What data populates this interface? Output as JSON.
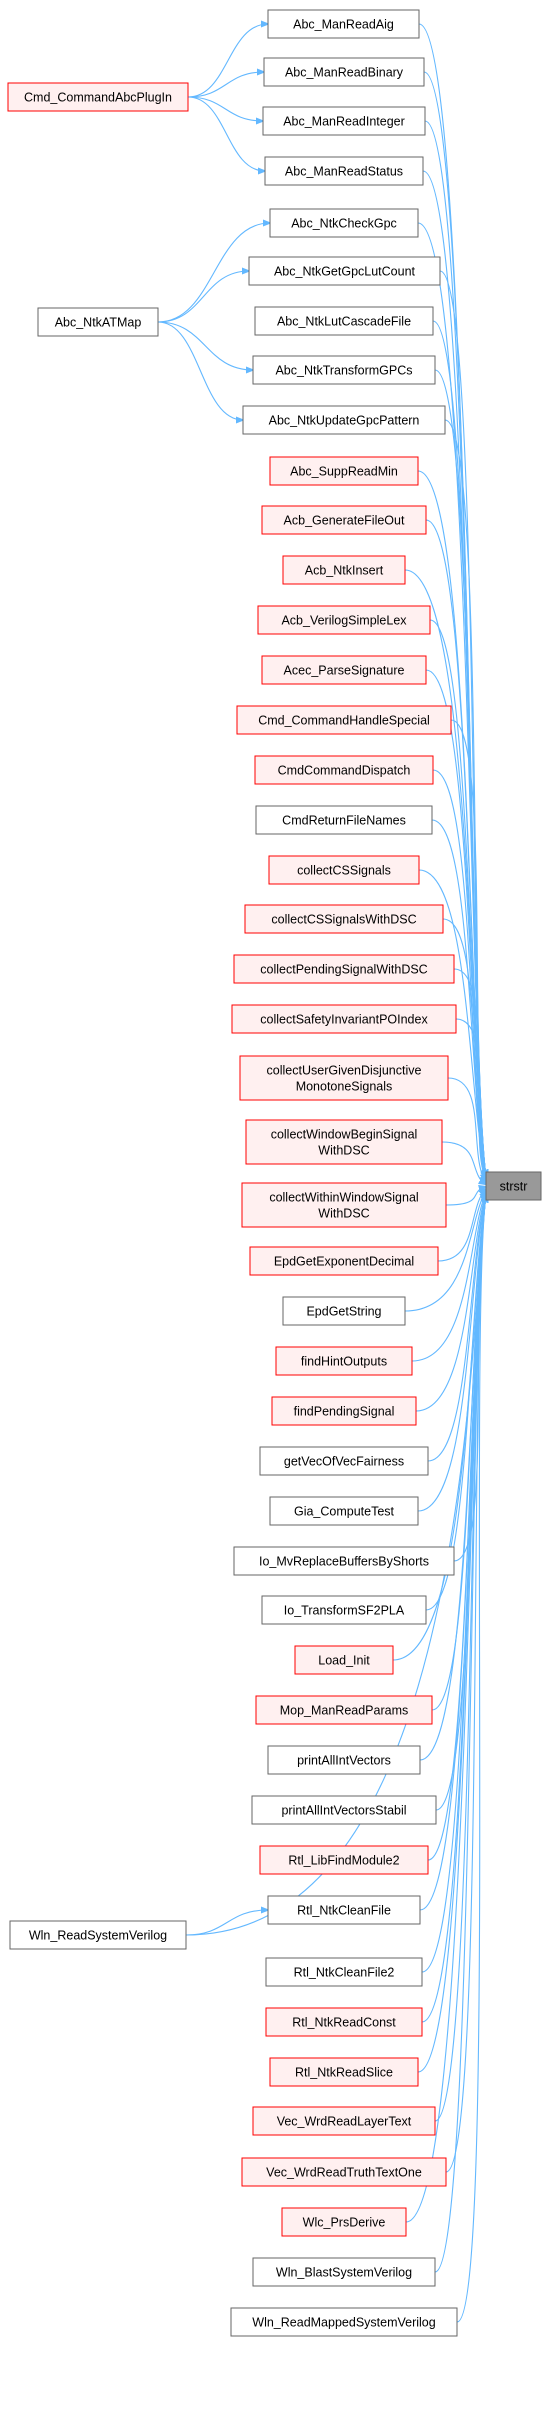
{
  "target": {
    "id": "strstr",
    "label": "strstr"
  },
  "colors": {
    "edge": "#63b8ff",
    "target_fill": "#999999",
    "target_border": "#666666",
    "normal_fill": "#ffffff",
    "normal_border": "#666666",
    "truncated_fill": "#fff0f0",
    "truncated_border": "#ff0000"
  },
  "nodes": [
    {
      "id": "abc_manreadaig",
      "lines": [
        "Abc_ManReadAig"
      ],
      "truncated": false
    },
    {
      "id": "abc_manreadbinary",
      "lines": [
        "Abc_ManReadBinary"
      ],
      "truncated": false
    },
    {
      "id": "abc_manreadinteger",
      "lines": [
        "Abc_ManReadInteger"
      ],
      "truncated": false
    },
    {
      "id": "abc_manreadstatus",
      "lines": [
        "Abc_ManReadStatus"
      ],
      "truncated": false
    },
    {
      "id": "abc_ntkcheckgpc",
      "lines": [
        "Abc_NtkCheckGpc"
      ],
      "truncated": false
    },
    {
      "id": "abc_ntkgetgpclutcount",
      "lines": [
        "Abc_NtkGetGpcLutCount"
      ],
      "truncated": false
    },
    {
      "id": "abc_ntklutcascadefile",
      "lines": [
        "Abc_NtkLutCascadeFile"
      ],
      "truncated": false
    },
    {
      "id": "abc_ntktransformgpcs",
      "lines": [
        "Abc_NtkTransformGPCs"
      ],
      "truncated": false
    },
    {
      "id": "abc_ntkupdategpcpattern",
      "lines": [
        "Abc_NtkUpdateGpcPattern"
      ],
      "truncated": false
    },
    {
      "id": "abc_suppreadmin",
      "lines": [
        "Abc_SuppReadMin"
      ],
      "truncated": true
    },
    {
      "id": "acb_generatefileout",
      "lines": [
        "Acb_GenerateFileOut"
      ],
      "truncated": true
    },
    {
      "id": "acb_ntkinsert",
      "lines": [
        "Acb_NtkInsert"
      ],
      "truncated": true
    },
    {
      "id": "acb_verilogsimplelex",
      "lines": [
        "Acb_VerilogSimpleLex"
      ],
      "truncated": true
    },
    {
      "id": "acec_parsesignature",
      "lines": [
        "Acec_ParseSignature"
      ],
      "truncated": true
    },
    {
      "id": "cmd_commandhandlespecial",
      "lines": [
        "Cmd_CommandHandleSpecial"
      ],
      "truncated": true
    },
    {
      "id": "cmdcommanddispatch",
      "lines": [
        "CmdCommandDispatch"
      ],
      "truncated": true
    },
    {
      "id": "cmdreturnfilenames",
      "lines": [
        "CmdReturnFileNames"
      ],
      "truncated": false
    },
    {
      "id": "collectcssignals",
      "lines": [
        "collectCSSignals"
      ],
      "truncated": true
    },
    {
      "id": "collectcssignalswithdsc",
      "lines": [
        "collectCSSignalsWithDSC"
      ],
      "truncated": true
    },
    {
      "id": "collectpendingsignalwithdsc",
      "lines": [
        "collectPendingSignalWithDSC"
      ],
      "truncated": true
    },
    {
      "id": "collectsafetyinvariantpoindex",
      "lines": [
        "collectSafetyInvariantPOIndex"
      ],
      "truncated": true
    },
    {
      "id": "collectusergivendisjunctive",
      "lines": [
        "collectUserGivenDisjunctive",
        "MonotoneSignals"
      ],
      "truncated": true
    },
    {
      "id": "collectwindowbeginsignal",
      "lines": [
        "collectWindowBeginSignal",
        "WithDSC"
      ],
      "truncated": true
    },
    {
      "id": "collectwithinwindowsignal",
      "lines": [
        "collectWithinWindowSignal",
        "WithDSC"
      ],
      "truncated": true
    },
    {
      "id": "epdgetexponentdecimal",
      "lines": [
        "EpdGetExponentDecimal"
      ],
      "truncated": true
    },
    {
      "id": "epdgetstring",
      "lines": [
        "EpdGetString"
      ],
      "truncated": false
    },
    {
      "id": "findhintoutputs",
      "lines": [
        "findHintOutputs"
      ],
      "truncated": true
    },
    {
      "id": "findpendingsignal",
      "lines": [
        "findPendingSignal"
      ],
      "truncated": true
    },
    {
      "id": "getvecofvecfairness",
      "lines": [
        "getVecOfVecFairness"
      ],
      "truncated": false
    },
    {
      "id": "gia_computetest",
      "lines": [
        "Gia_ComputeTest"
      ],
      "truncated": false
    },
    {
      "id": "io_mvreplacebuffersbyshorts",
      "lines": [
        "Io_MvReplaceBuffersByShorts"
      ],
      "truncated": false
    },
    {
      "id": "io_transformsf2pla",
      "lines": [
        "Io_TransformSF2PLA"
      ],
      "truncated": false
    },
    {
      "id": "load_init",
      "lines": [
        "Load_Init"
      ],
      "truncated": true
    },
    {
      "id": "mop_manreadparams",
      "lines": [
        "Mop_ManReadParams"
      ],
      "truncated": true
    },
    {
      "id": "printallintvectors",
      "lines": [
        "printAllIntVectors"
      ],
      "truncated": false
    },
    {
      "id": "printallintvectorsstabil",
      "lines": [
        "printAllIntVectorsStabil"
      ],
      "truncated": false
    },
    {
      "id": "rtl_libfindmodule2",
      "lines": [
        "Rtl_LibFindModule2"
      ],
      "truncated": true
    },
    {
      "id": "rtl_ntkcleanfile",
      "lines": [
        "Rtl_NtkCleanFile"
      ],
      "truncated": false
    },
    {
      "id": "rtl_ntkcleanfile2",
      "lines": [
        "Rtl_NtkCleanFile2"
      ],
      "truncated": false
    },
    {
      "id": "rtl_ntkreadconst",
      "lines": [
        "Rtl_NtkReadConst"
      ],
      "truncated": true
    },
    {
      "id": "rtl_ntkreadslice",
      "lines": [
        "Rtl_NtkReadSlice"
      ],
      "truncated": true
    },
    {
      "id": "vec_wrdreadlayertext",
      "lines": [
        "Vec_WrdReadLayerText"
      ],
      "truncated": true
    },
    {
      "id": "vec_wrdreadtruthtextone",
      "lines": [
        "Vec_WrdReadTruthTextOne"
      ],
      "truncated": true
    },
    {
      "id": "wlc_prsderive",
      "lines": [
        "Wlc_PrsDerive"
      ],
      "truncated": true
    },
    {
      "id": "wln_blastsystemverilog",
      "lines": [
        "Wln_BlastSystemVerilog"
      ],
      "truncated": false
    },
    {
      "id": "wln_readmappedsystemverilog",
      "lines": [
        "Wln_ReadMappedSystemVerilog"
      ],
      "truncated": false
    },
    {
      "id": "cmd_commandabcplugin",
      "lines": [
        "Cmd_CommandAbcPlugIn"
      ],
      "truncated": true
    },
    {
      "id": "abc_ntkatmap",
      "lines": [
        "Abc_NtkATMap"
      ],
      "truncated": false
    },
    {
      "id": "wln_readsystemverilog",
      "lines": [
        "Wln_ReadSystemVerilog"
      ],
      "truncated": false
    }
  ],
  "edges": [
    [
      "cmd_commandabcplugin",
      "abc_manreadaig"
    ],
    [
      "cmd_commandabcplugin",
      "abc_manreadbinary"
    ],
    [
      "cmd_commandabcplugin",
      "abc_manreadinteger"
    ],
    [
      "cmd_commandabcplugin",
      "abc_manreadstatus"
    ],
    [
      "abc_ntkatmap",
      "abc_ntkcheckgpc"
    ],
    [
      "abc_ntkatmap",
      "abc_ntkgetgpclutcount"
    ],
    [
      "abc_ntkatmap",
      "abc_ntktransformgpcs"
    ],
    [
      "abc_ntkatmap",
      "abc_ntkupdategpcpattern"
    ],
    [
      "wln_readsystemverilog",
      "rtl_ntkcleanfile"
    ],
    [
      "wln_readsystemverilog",
      "strstr"
    ],
    [
      "abc_manreadaig",
      "strstr"
    ],
    [
      "abc_manreadbinary",
      "strstr"
    ],
    [
      "abc_manreadinteger",
      "strstr"
    ],
    [
      "abc_manreadstatus",
      "strstr"
    ],
    [
      "abc_ntkcheckgpc",
      "strstr"
    ],
    [
      "abc_ntkgetgpclutcount",
      "strstr"
    ],
    [
      "abc_ntklutcascadefile",
      "strstr"
    ],
    [
      "abc_ntktransformgpcs",
      "strstr"
    ],
    [
      "abc_ntkupdategpcpattern",
      "strstr"
    ],
    [
      "abc_suppreadmin",
      "strstr"
    ],
    [
      "acb_generatefileout",
      "strstr"
    ],
    [
      "acb_ntkinsert",
      "strstr"
    ],
    [
      "acb_verilogsimplelex",
      "strstr"
    ],
    [
      "acec_parsesignature",
      "strstr"
    ],
    [
      "cmd_commandhandlespecial",
      "strstr"
    ],
    [
      "cmdcommanddispatch",
      "strstr"
    ],
    [
      "cmdreturnfilenames",
      "strstr"
    ],
    [
      "collectcssignals",
      "strstr"
    ],
    [
      "collectcssignalswithdsc",
      "strstr"
    ],
    [
      "collectpendingsignalwithdsc",
      "strstr"
    ],
    [
      "collectsafetyinvariantpoindex",
      "strstr"
    ],
    [
      "collectusergivendisjunctive",
      "strstr"
    ],
    [
      "collectwindowbeginsignal",
      "strstr"
    ],
    [
      "collectwithinwindowsignal",
      "strstr"
    ],
    [
      "epdgetexponentdecimal",
      "strstr"
    ],
    [
      "epdgetstring",
      "strstr"
    ],
    [
      "findhintoutputs",
      "strstr"
    ],
    [
      "findpendingsignal",
      "strstr"
    ],
    [
      "getvecofvecfairness",
      "strstr"
    ],
    [
      "gia_computetest",
      "strstr"
    ],
    [
      "io_mvreplacebuffersbyshorts",
      "strstr"
    ],
    [
      "io_transformsf2pla",
      "strstr"
    ],
    [
      "load_init",
      "strstr"
    ],
    [
      "mop_manreadparams",
      "strstr"
    ],
    [
      "printallintvectors",
      "strstr"
    ],
    [
      "printallintvectorsstabil",
      "strstr"
    ],
    [
      "rtl_libfindmodule2",
      "strstr"
    ],
    [
      "rtl_ntkcleanfile",
      "strstr"
    ],
    [
      "rtl_ntkcleanfile2",
      "strstr"
    ],
    [
      "rtl_ntkreadconst",
      "strstr"
    ],
    [
      "rtl_ntkreadslice",
      "strstr"
    ],
    [
      "vec_wrdreadlayertext",
      "strstr"
    ],
    [
      "vec_wrdreadtruthtextone",
      "strstr"
    ],
    [
      "wlc_prsderive",
      "strstr"
    ],
    [
      "wln_blastsystemverilog",
      "strstr"
    ],
    [
      "wln_readmappedsystemverilog",
      "strstr"
    ]
  ]
}
